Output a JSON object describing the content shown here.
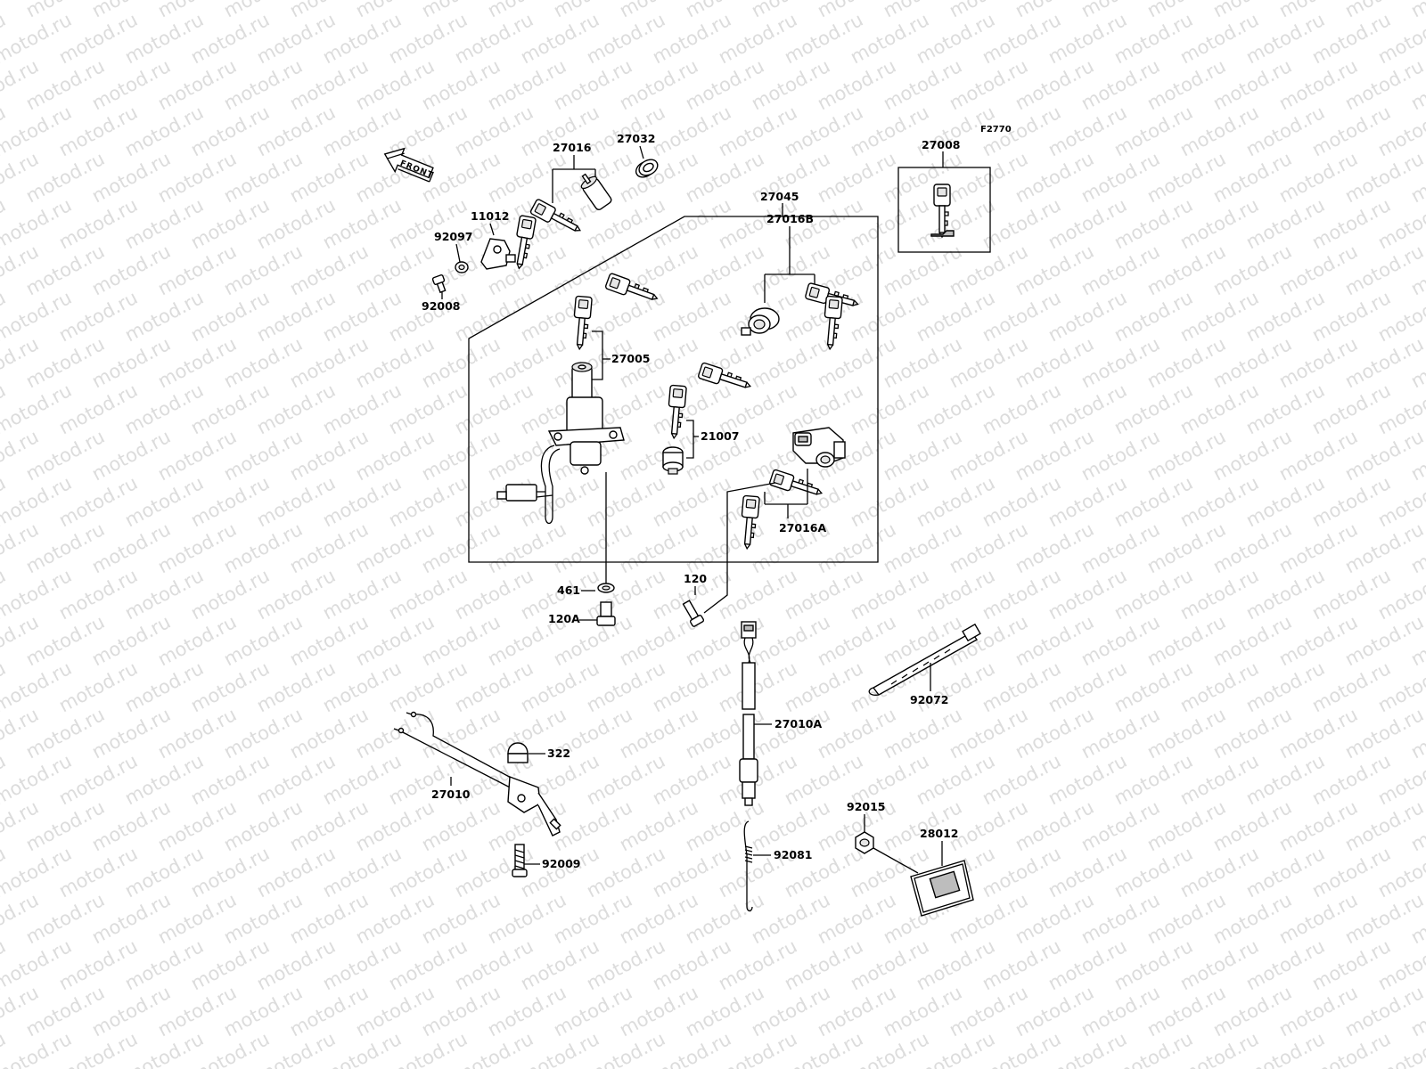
{
  "figure_code": "F2770",
  "watermark": "motod.ru",
  "front_marker": "FRONT",
  "parts": {
    "p27016": "27016",
    "p27032": "27032",
    "p11012": "11012",
    "p92097": "92097",
    "p92008": "92008",
    "p27045": "27045",
    "p27008": "27008",
    "p27016B": "27016B",
    "p27005": "27005",
    "p21007": "21007",
    "p27016A": "27016A",
    "p461": "461",
    "p120A": "120A",
    "p120": "120",
    "p92072": "92072",
    "p27010A": "27010A",
    "p322": "322",
    "p27010": "27010",
    "p92009": "92009",
    "p92081": "92081",
    "p92015": "92015",
    "p28012": "28012"
  }
}
